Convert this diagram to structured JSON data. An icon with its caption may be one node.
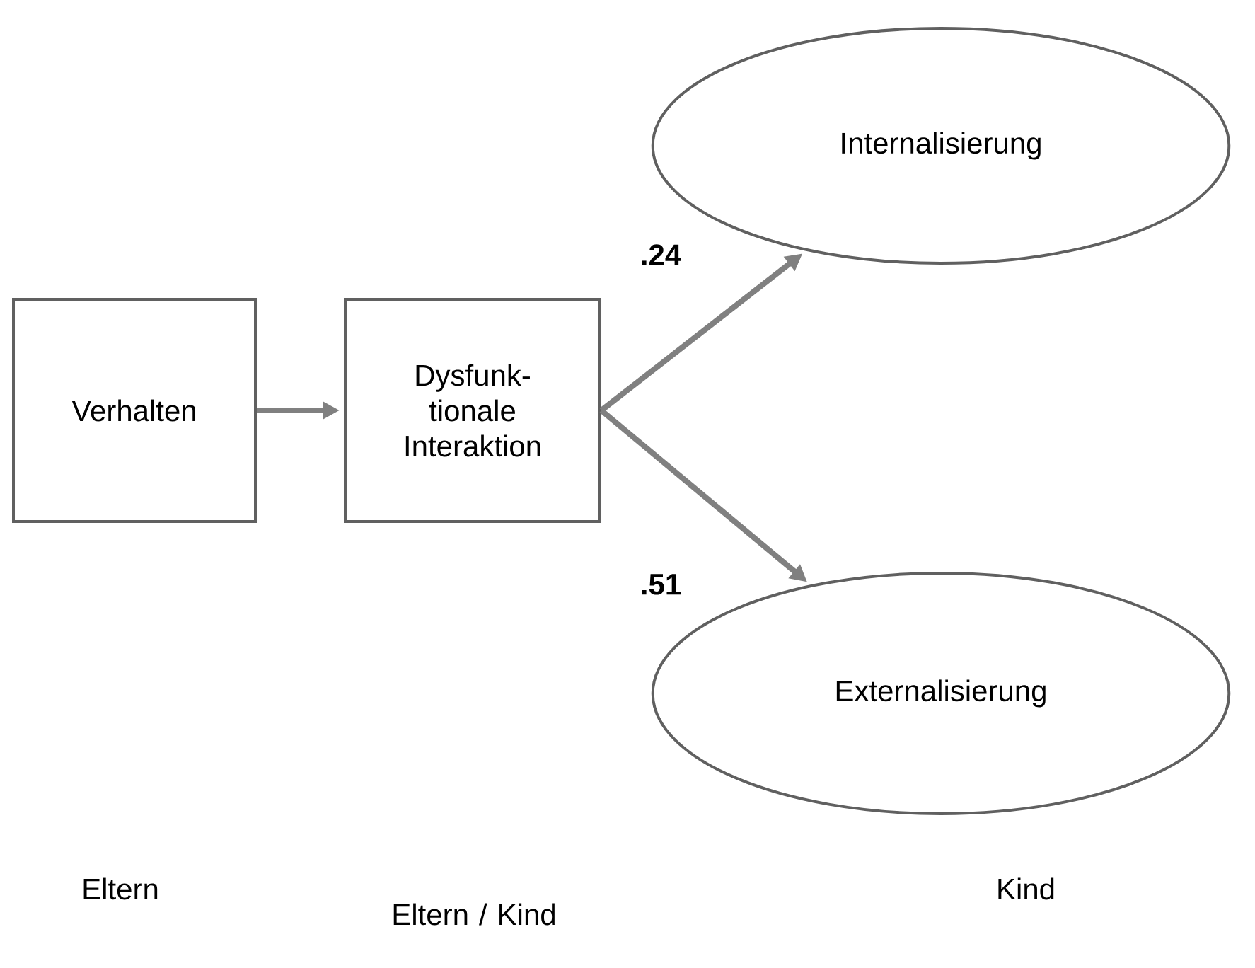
{
  "diagram": {
    "nodes": [
      {
        "text": [
          "Verhalten"
        ]
      },
      {
        "text": [
          "Dysfunk- tionale Interaktion"
        ]
      },
      {
        "text": [
          "Internalisierung"
        ]
      },
      {
        "text": [
          "Externalisierung"
        ]
      }
    ],
    "edges": [
      {
        "from": 0,
        "to": 1,
        "arrow": "to"
      },
      {
        "from": 1,
        "to": 2,
        "arrow": "to",
        "label": ".24"
      },
      {
        "from": 1,
        "to": 3,
        "arrow": "to",
        "label": ".51"
      }
    ],
    "labels": [
      "Eltern",
      "Eltern / Kind",
      "Kind"
    ]
  }
}
